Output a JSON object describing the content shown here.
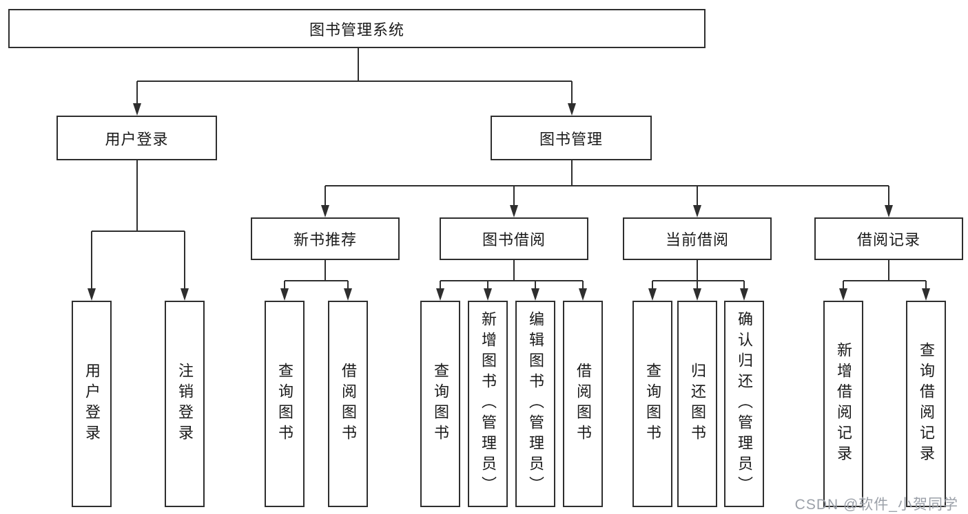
{
  "tree": {
    "root": {
      "label": "图书管理系统"
    },
    "branches": [
      {
        "label": "用户登录",
        "children": [
          {
            "label": "用户登录"
          },
          {
            "label": "注销登录"
          }
        ]
      },
      {
        "label": "图书管理",
        "children": [
          {
            "label": "新书推荐",
            "children": [
              {
                "label": "查询图书"
              },
              {
                "label": "借阅图书"
              }
            ]
          },
          {
            "label": "图书借阅",
            "children": [
              {
                "label": "查询图书"
              },
              {
                "label": "新增图书（管理员）"
              },
              {
                "label": "编辑图书（管理员）"
              },
              {
                "label": "借阅图书"
              }
            ]
          },
          {
            "label": "当前借阅",
            "children": [
              {
                "label": "查询图书"
              },
              {
                "label": "归还图书"
              },
              {
                "label": "确认归还（管理员）"
              }
            ]
          },
          {
            "label": "借阅记录",
            "children": [
              {
                "label": "新增借阅记录"
              },
              {
                "label": "查询借阅记录"
              }
            ]
          }
        ]
      }
    ]
  },
  "watermark": {
    "text": "CSDN @软件_小贺同学"
  },
  "colors": {
    "line": "#2e2e2e",
    "text": "#1a1a1a",
    "watermark": "#9ba0a8"
  }
}
